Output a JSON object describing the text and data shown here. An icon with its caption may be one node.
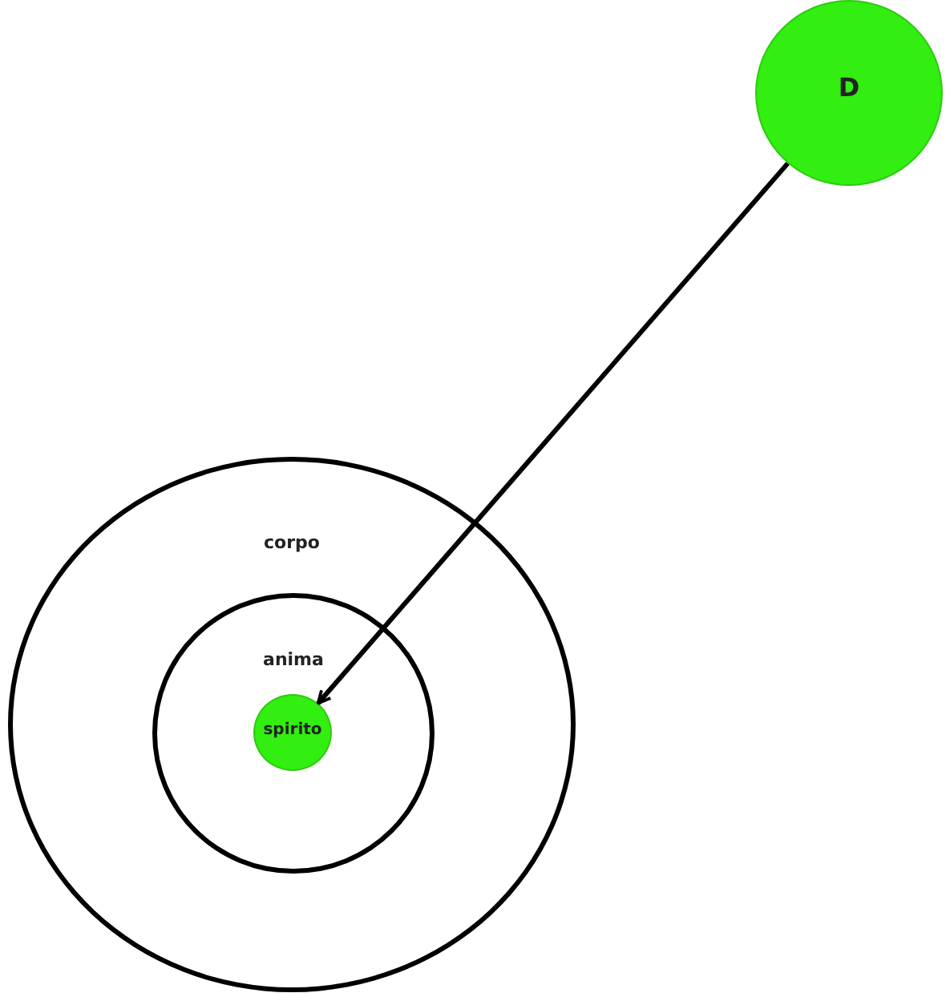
{
  "diagram": {
    "nodes": [
      {
        "text": [
          "corpo"
        ]
      },
      {
        "text": [
          "anima"
        ],
        "in": 0
      },
      {
        "text": [
          "spirito"
        ],
        "in": 1
      },
      {
        "text": [
          "D"
        ]
      }
    ],
    "edges": [
      {
        "from": 3,
        "to": 2,
        "arrow": "to"
      }
    ]
  }
}
